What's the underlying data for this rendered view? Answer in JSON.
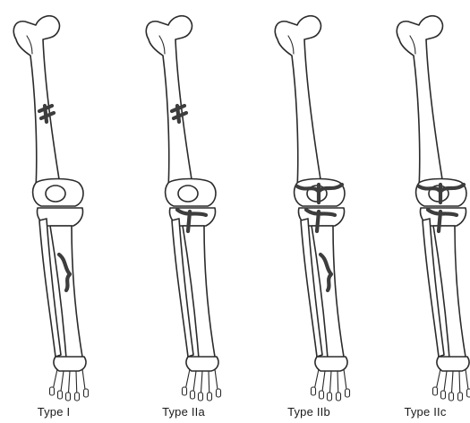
{
  "colors": {
    "line": "#2b2b2b",
    "fracture": "#3d3d3d",
    "background": "#ffffff"
  },
  "legs": [
    {
      "label": "Type I",
      "fractures": [
        "femur-shaft",
        "tibia-shaft"
      ]
    },
    {
      "label": "Type IIa",
      "fractures": [
        "femur-shaft",
        "tibial-plateau"
      ]
    },
    {
      "label": "Type IIb",
      "fractures": [
        "distal-femur",
        "tibial-plateau",
        "tibia-shaft"
      ]
    },
    {
      "label": "Type IIc",
      "fractures": [
        "distal-femur",
        "tibial-plateau"
      ]
    }
  ]
}
